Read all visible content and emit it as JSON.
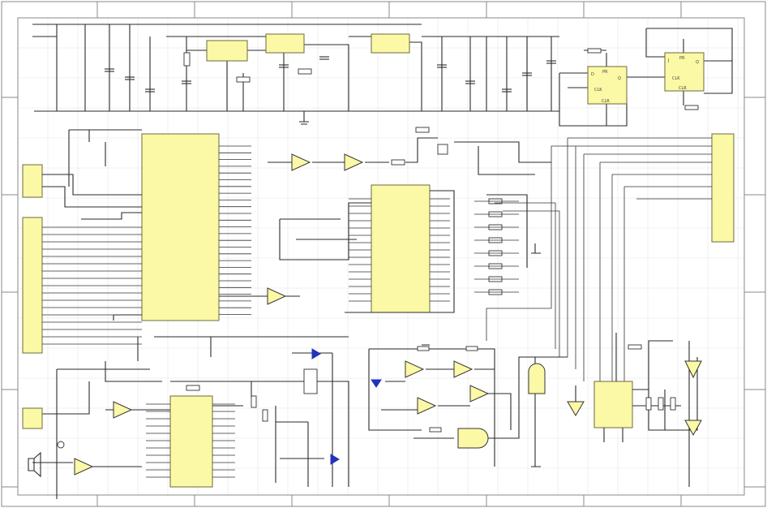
{
  "diagram": {
    "type": "circuit-schematic",
    "colors": {
      "ic_fill": "#fbf8a6",
      "wire": "#2a2a2a",
      "led": "#2233bb",
      "frame": "#888888"
    },
    "flip_flops": [
      {
        "pins": {
          "d": "D",
          "clk": "CLK",
          "q": "Q",
          "pr": "PR",
          "clr": "CLR"
        }
      },
      {
        "pins": {
          "d": "J",
          "clk": "CLK",
          "q": "Q",
          "pr": "PR",
          "clr": "CLR"
        }
      }
    ]
  }
}
